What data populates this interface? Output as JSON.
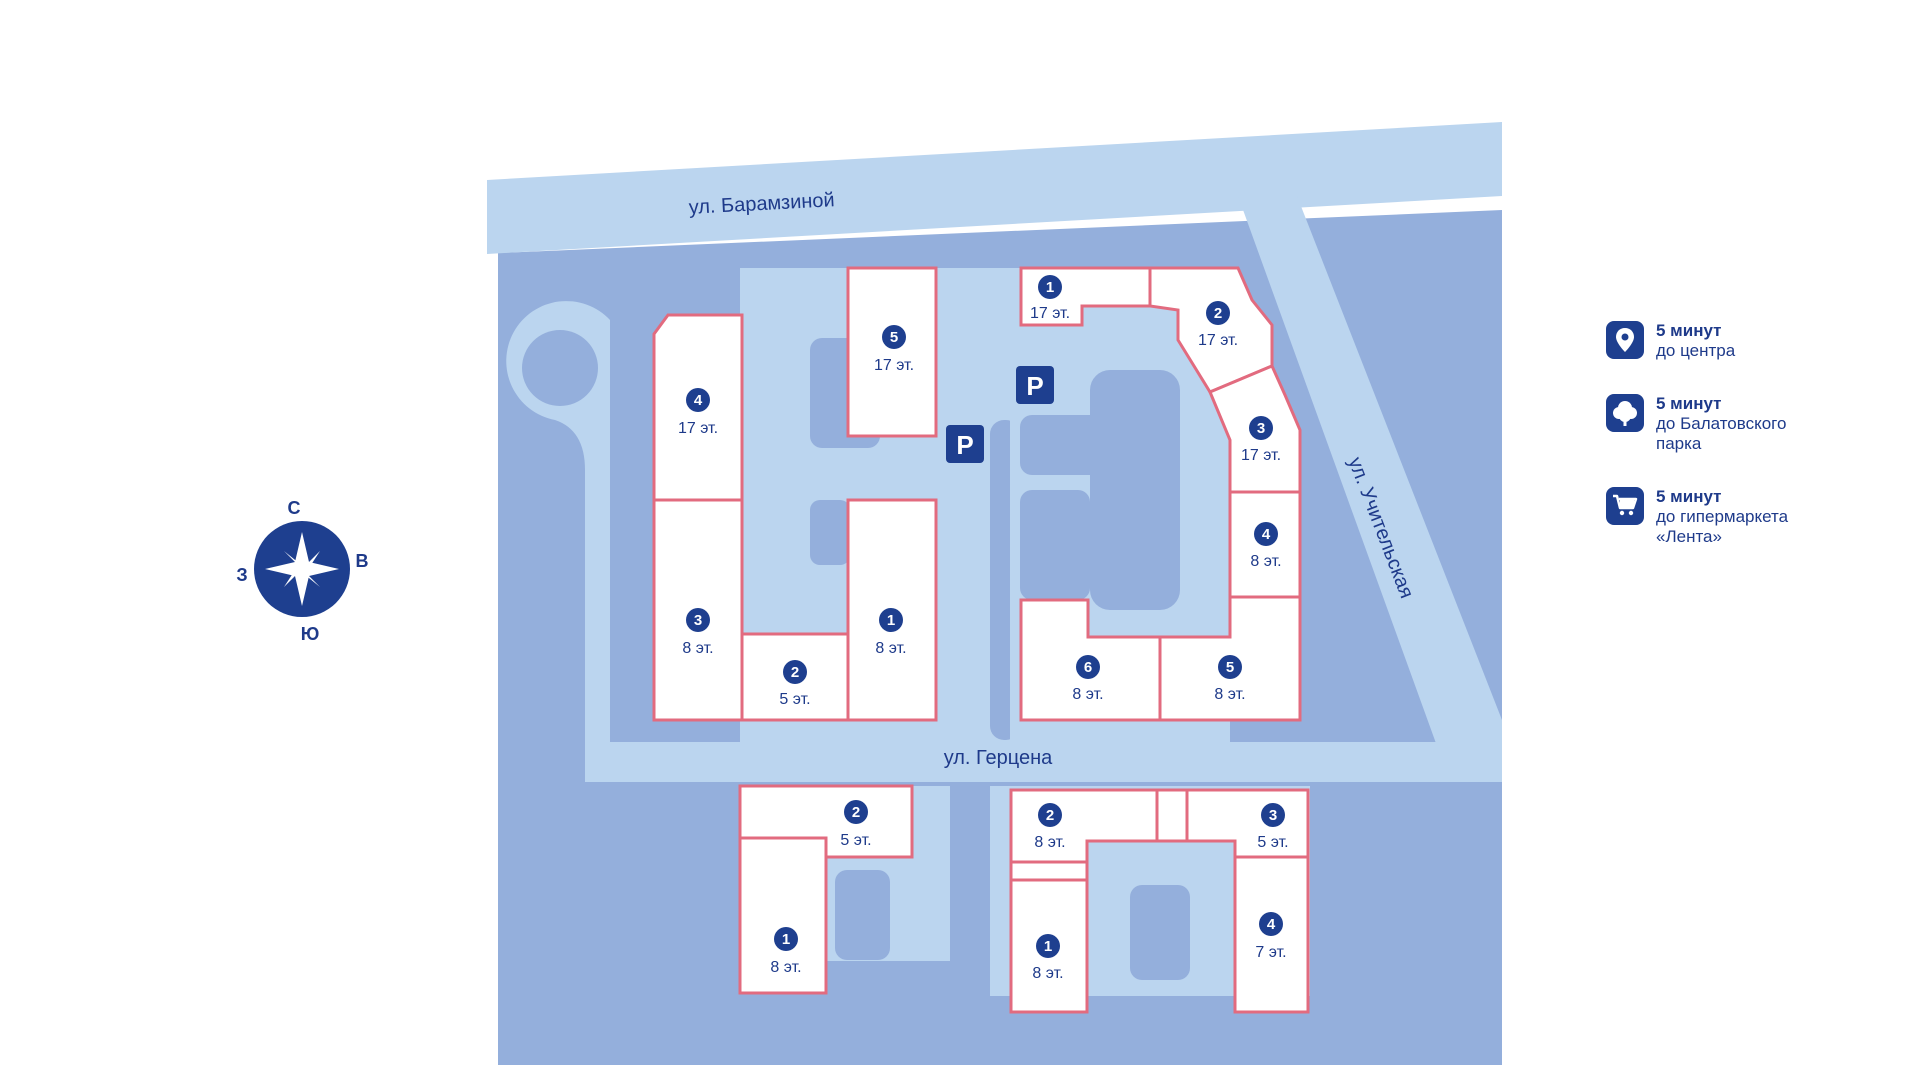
{
  "colors": {
    "ground": "#94afdc",
    "paths": "#bbd5ef",
    "building_fill": "#ffffff",
    "building_stroke": "#e26b7f",
    "marker": "#1e3f8f",
    "text": "#1e3a8a"
  },
  "streets": {
    "baramzinoy": "ул. Барамзиной",
    "gertsena": "ул. Герцена",
    "uchitelskaya": "ул. Учительская"
  },
  "parking": [
    {
      "label": "P",
      "icon": "parking-icon"
    },
    {
      "label": "P",
      "icon": "parking-icon"
    }
  ],
  "buildings": {
    "b4": {
      "num": "4",
      "floors": "17 эт."
    },
    "b3": {
      "num": "3",
      "floors": "8 эт."
    },
    "b2": {
      "num": "2",
      "floors": "5 эт."
    },
    "b1": {
      "num": "1",
      "floors": "8 эт."
    },
    "b5": {
      "num": "5",
      "floors": "17 эт."
    },
    "e1": {
      "num": "1",
      "floors": "17 эт."
    },
    "e2": {
      "num": "2",
      "floors": "17 эт."
    },
    "e3": {
      "num": "3",
      "floors": "17 эт."
    },
    "e4": {
      "num": "4",
      "floors": "8 эт."
    },
    "e5": {
      "num": "5",
      "floors": "8 эт."
    },
    "e6": {
      "num": "6",
      "floors": "8 эт."
    },
    "s1": {
      "num": "1",
      "floors": "8 эт."
    },
    "s2": {
      "num": "2",
      "floors": "5 эт."
    },
    "r2": {
      "num": "2",
      "floors": "8 эт."
    },
    "r1": {
      "num": "1",
      "floors": "8 эт."
    },
    "r3": {
      "num": "3",
      "floors": "5 эт."
    },
    "r4": {
      "num": "4",
      "floors": "7 эт."
    }
  },
  "compass": {
    "north": "С",
    "south": "Ю",
    "west": "З",
    "east": "В"
  },
  "legend": [
    {
      "icon": "location-pin-icon",
      "title": "5 минут",
      "lines": [
        "до центра"
      ]
    },
    {
      "icon": "tree-icon",
      "title": "5 минут",
      "lines": [
        "до Балатовского",
        "парка"
      ]
    },
    {
      "icon": "shopping-cart-icon",
      "title": "5 минут",
      "lines": [
        "до гипермаркета",
        "«Лента»"
      ]
    }
  ]
}
